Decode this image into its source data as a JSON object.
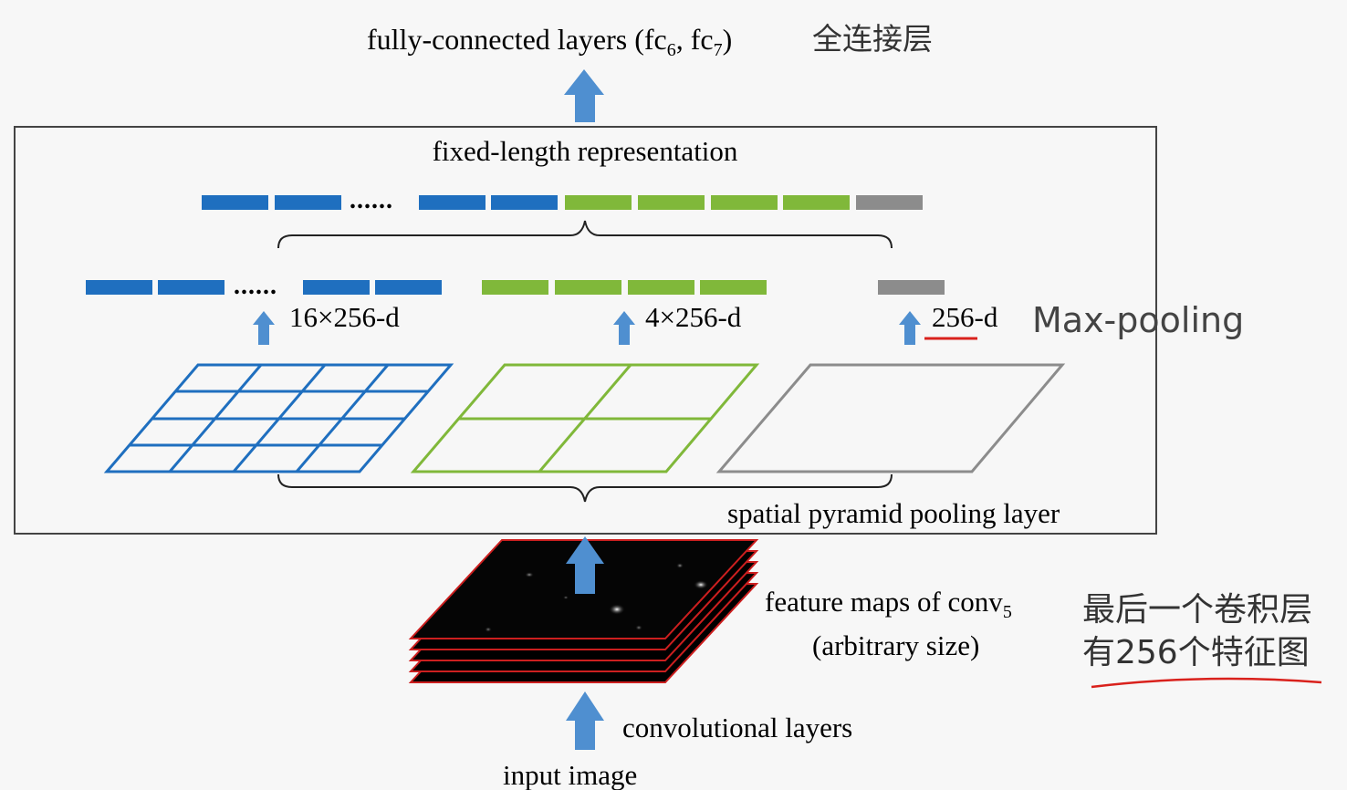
{
  "title": {
    "prefix": "fully-connected layers (fc",
    "sub1": "6",
    "mid": ", fc",
    "sub2": "7",
    "suffix": ")",
    "note": "全连接层"
  },
  "box": {
    "top_label": "fixed-length representation",
    "bottom_label": "spatial pyramid pooling layer"
  },
  "dots": "......",
  "pools": {
    "p16": "16×256-d",
    "p4": "4×256-d",
    "p1": "256-d",
    "note": "Max-pooling"
  },
  "feature": {
    "line1_prefix": "feature maps of conv",
    "line1_sub": "5",
    "line2": "(arbitrary size)",
    "note1": "最后一个卷积层",
    "note2": "有256个特征图"
  },
  "conv_label": "convolutional layers",
  "input_label": "input image",
  "colors": {
    "blue": "#1f6fbf",
    "green": "#80b83a",
    "gray": "#8c8c8c",
    "arrow": "#4f8fd0",
    "annotation": "#d9211c"
  }
}
